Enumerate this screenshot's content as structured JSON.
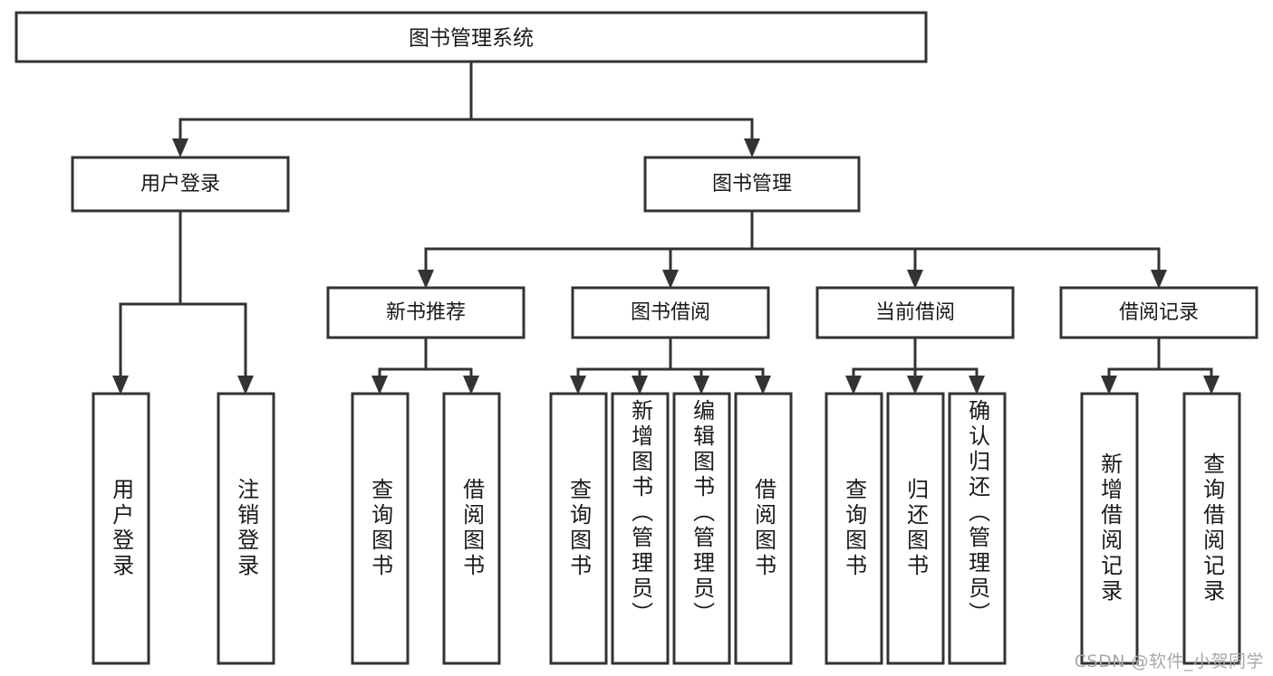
{
  "diagram": {
    "type": "tree",
    "title": "图书管理系统",
    "watermark": "CSDN @软件_小贺同学",
    "colors": {
      "stroke": "#333333",
      "fill": "#ffffff",
      "text": "#1a1a1a",
      "watermark": "#a8a8a8"
    },
    "levels": {
      "root": {
        "label": "图书管理系统"
      },
      "level1": [
        {
          "id": "user-login",
          "label": "用户登录"
        },
        {
          "id": "book-management",
          "label": "图书管理"
        }
      ],
      "level2": [
        {
          "id": "new-book-recommend",
          "label": "新书推荐",
          "parent": "book-management"
        },
        {
          "id": "book-borrow",
          "label": "图书借阅",
          "parent": "book-management"
        },
        {
          "id": "current-borrow",
          "label": "当前借阅",
          "parent": "book-management"
        },
        {
          "id": "borrow-record",
          "label": "借阅记录",
          "parent": "book-management"
        }
      ],
      "leaves": [
        {
          "id": "leaf-user-login",
          "label": "用户登录",
          "parent": "user-login"
        },
        {
          "id": "leaf-user-logout",
          "label": "注销登录",
          "parent": "user-login"
        },
        {
          "id": "leaf-query-book-1",
          "label": "查询图书",
          "parent": "new-book-recommend"
        },
        {
          "id": "leaf-borrow-book-1",
          "label": "借阅图书",
          "parent": "new-book-recommend"
        },
        {
          "id": "leaf-query-book-2",
          "label": "查询图书",
          "parent": "book-borrow"
        },
        {
          "id": "leaf-add-book",
          "label": "新增图书（管理员）",
          "parent": "book-borrow"
        },
        {
          "id": "leaf-edit-book",
          "label": "编辑图书（管理员）",
          "parent": "book-borrow"
        },
        {
          "id": "leaf-borrow-book-2",
          "label": "借阅图书",
          "parent": "book-borrow"
        },
        {
          "id": "leaf-query-book-3",
          "label": "查询图书",
          "parent": "current-borrow"
        },
        {
          "id": "leaf-return-book",
          "label": "归还图书",
          "parent": "current-borrow"
        },
        {
          "id": "leaf-confirm-return",
          "label": "确认归还（管理员）",
          "parent": "current-borrow"
        },
        {
          "id": "leaf-add-record",
          "label": "新增借阅记录",
          "parent": "borrow-record"
        },
        {
          "id": "leaf-query-record",
          "label": "查询借阅记录",
          "parent": "borrow-record"
        }
      ]
    }
  }
}
